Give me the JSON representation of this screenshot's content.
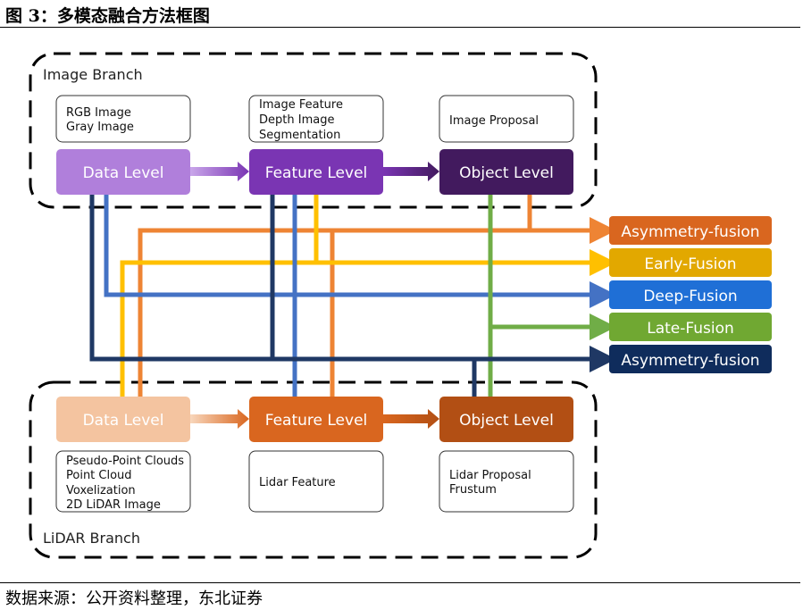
{
  "figure": {
    "title": "图 3：多模态融合方法框图",
    "source": "数据来源：公开资料整理，东北证券"
  },
  "image_branch": {
    "label": "Image Branch",
    "info": [
      [
        "RGB Image",
        "Gray Image"
      ],
      [
        "Image Feature",
        "Depth Image",
        "Segmentation"
      ],
      [
        "Image Proposal"
      ]
    ],
    "levels": [
      "Data Level",
      "Feature Level",
      "Object Level"
    ]
  },
  "lidar_branch": {
    "label": "LiDAR Branch",
    "levels": [
      "Data Level",
      "Feature Level",
      "Object Level"
    ],
    "info": [
      [
        "Pseudo-Point Clouds",
        "Point Cloud",
        "Voxelization",
        "2D LiDAR Image"
      ],
      [
        "Lidar Feature"
      ],
      [
        "Lidar Proposal",
        "Frustum"
      ]
    ]
  },
  "outputs": [
    {
      "label": "Asymmetry-fusion",
      "color": "#d9661f"
    },
    {
      "label": "Early-Fusion",
      "color": "#e2a800"
    },
    {
      "label": "Deep-Fusion",
      "color": "#1f6fd6"
    },
    {
      "label": "Late-Fusion",
      "color": "#70a832"
    },
    {
      "label": "Asymmetry-fusion",
      "color": "#0f2c5c"
    }
  ],
  "colors": {
    "image_levels": [
      "#b07fdb",
      "#7a35b3",
      "#421a5e"
    ],
    "lidar_levels": [
      "#f4c4a0",
      "#d9661f",
      "#b24f14"
    ],
    "line_orange": "#ee8434",
    "line_yellow": "#ffc000",
    "line_blue": "#4472c4",
    "line_green": "#70ad47",
    "line_navy": "#1f3864"
  }
}
